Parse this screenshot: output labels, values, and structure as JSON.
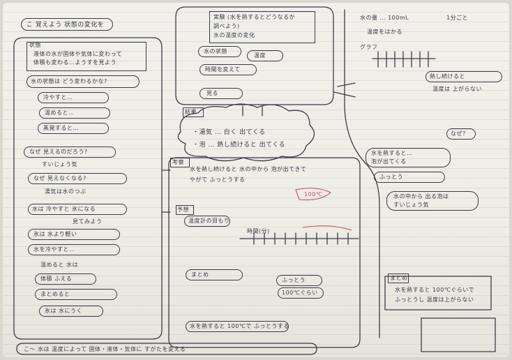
{
  "notebook": {
    "left_column": {
      "header": "こ 覚えよう 状態の変化を",
      "box_title": "状態",
      "box_text": [
        "液体の水が固体や気体に変わって",
        "体積も変わる…ようすを見よう"
      ],
      "question": "水の状態は どう変わるかな?",
      "answers": [
        "冷やすと…",
        "温めると…",
        "蒸発すると…"
      ],
      "lower_items": [
        "なぜ 見えるのだろう?",
        "すいじょう気",
        "なぜ 見えなくなる?",
        "湯気は水のつぶ",
        "水は 冷やすと 氷になる",
        "見てみよう",
        "氷は 水より軽い",
        "水を冷やすと…",
        "温めると 水は",
        "体積 ふえる",
        "まとめると",
        "氷は 水にうく"
      ],
      "footer": "こ〜 水は 温度によって 固体・液体・気体に すがたを変える"
    },
    "center_column": {
      "top_box": [
        "実験 (水を熱するとどうなるか",
        "調べよう)",
        "水の温度の変化"
      ],
      "top_bubbles": [
        "水の状態",
        "温度",
        "時間を変えて",
        "見る"
      ],
      "cloud_title": "結果",
      "cloud_items": [
        "・湯気 … 白く 出てくる",
        "・泡 … 熱し続けると 出てくる"
      ],
      "mid_label": "考察",
      "mid_text": [
        "水を熱し続けると 水の中から 泡が出てきて",
        "やがて ふっとうする"
      ],
      "red_note": "100℃",
      "measure_label": "予想",
      "measure_text": "温度計の目もり",
      "axis_label": "時間(分)",
      "bottom_items": [
        "まとめ",
        "ふっとう",
        "100℃ぐらい",
        "水を熱すると 100℃で ふっとうする"
      ]
    },
    "right_column": {
      "top_text": [
        "水の量 … 100mL",
        "温度をはかる",
        "1分ごと"
      ],
      "graph_label": "グラフ",
      "right_items": [
        "熱し続けると",
        "温度は 上がらない",
        "なぜ?",
        "水を熱すると…",
        "泡が出てくる",
        "ふっとう",
        "水の中から 出る泡は",
        "すいじょう気",
        "まとめ"
      ],
      "bottom_box": [
        "水を熱すると 100℃ぐらいで",
        "ふっとうし 温度は上がらない"
      ]
    }
  },
  "colors": {
    "paper": "#efeee8",
    "ink": "#3a3a44",
    "red_ink": "#c0495b"
  }
}
